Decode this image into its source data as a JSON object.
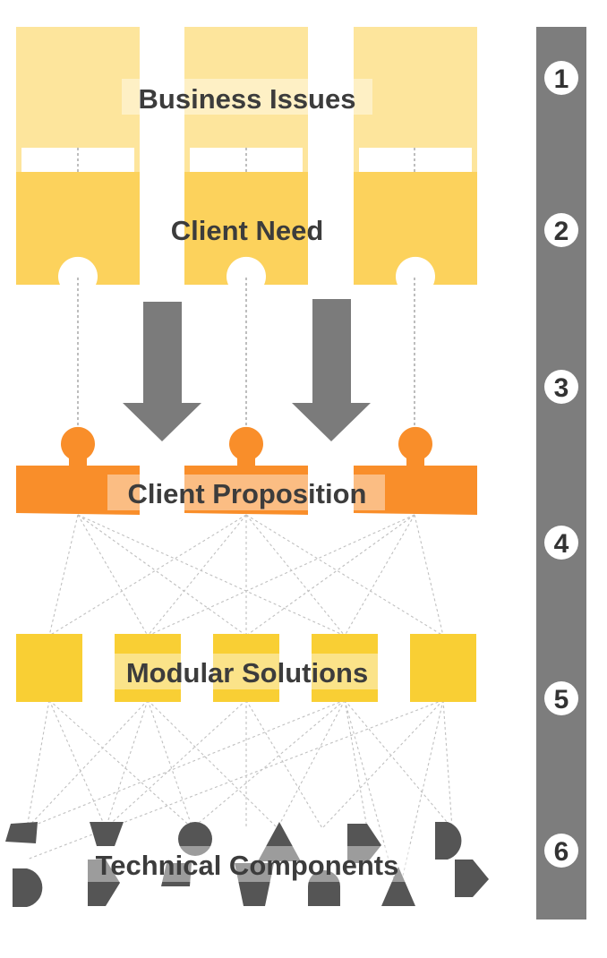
{
  "diagram": {
    "levels": [
      {
        "number": "1",
        "label": "Business Issues"
      },
      {
        "number": "2",
        "label": "Client Need"
      },
      {
        "number": "3",
        "label": ""
      },
      {
        "number": "4",
        "label": "Client Proposition"
      },
      {
        "number": "5",
        "label": "Modular Solutions"
      },
      {
        "number": "6",
        "label": "Technical Components"
      }
    ],
    "colors": {
      "business_issues": "#fde59c",
      "client_need": "#fcd25c",
      "client_proposition": "#f98e2a",
      "modular_solutions": "#f9cf34",
      "technical_components": "#555555",
      "arrow": "#7b7b7b",
      "scale_bar": "#7d7d7d"
    }
  }
}
